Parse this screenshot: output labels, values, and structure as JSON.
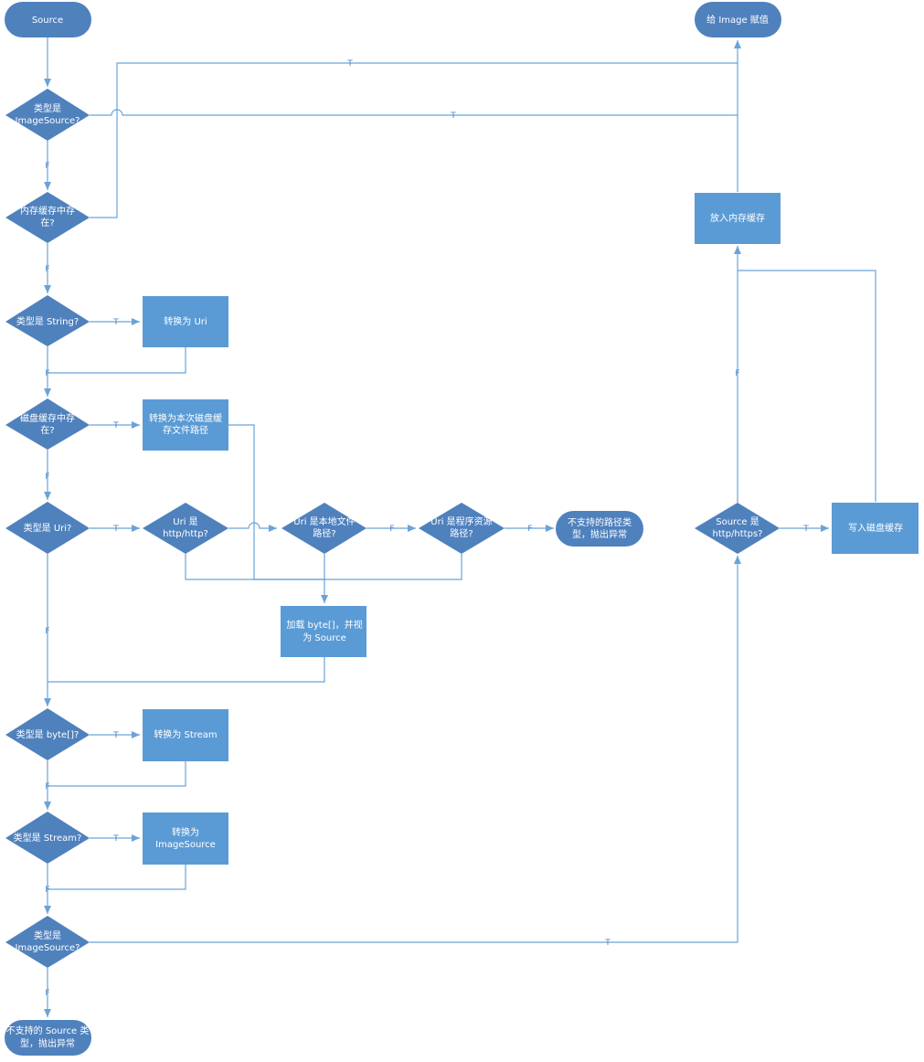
{
  "nodes": {
    "start": "Source",
    "end_assign": "给 Image 赋值",
    "d_is_imagesource_1": [
      "类型是",
      "ImageSource?"
    ],
    "d_in_memory_cache": [
      "内存缓存中存",
      "在?"
    ],
    "d_is_string": [
      "类型是 String?"
    ],
    "b_to_uri": [
      "转换为 Uri"
    ],
    "d_in_disk_cache": [
      "磁盘缓存中存",
      "在?"
    ],
    "b_to_disk_path": [
      "转换为本次磁盘缓",
      "存文件路径"
    ],
    "d_is_uri": [
      "类型是 Uri?"
    ],
    "d_uri_http": [
      "Uri 是",
      "http/http?"
    ],
    "d_uri_local": [
      "Uri 是本地文件",
      "路径?"
    ],
    "d_uri_resource": [
      "Uri 是程序资源",
      "路径?"
    ],
    "t_unsupported_path": [
      "不支持的路径类",
      "型，抛出异常"
    ],
    "b_load_bytes": [
      "加载 byte[]，并视",
      "为 Source"
    ],
    "d_is_bytes": [
      "类型是 byte[]?"
    ],
    "b_to_stream": [
      "转换为 Stream"
    ],
    "d_is_stream": [
      "类型是 Stream?"
    ],
    "b_to_imagesource": [
      "转换为",
      "ImageSource"
    ],
    "d_is_imagesource_2": [
      "类型是",
      "ImageSource?"
    ],
    "t_unsupported_source": [
      "不支持的 Source 类",
      "型，抛出异常"
    ],
    "d_source_http": [
      "Source 是",
      "http/https?"
    ],
    "b_write_disk": [
      "写入磁盘缓存"
    ],
    "b_put_memory": [
      "放入内存缓存"
    ]
  },
  "edge_labels": {
    "true": "T",
    "false": "F"
  },
  "colors": {
    "diamond": "#4f81bd",
    "box": "#5b9bd5",
    "terminal": "#4f81bd",
    "line": "#6aa3d8",
    "label": "#4a86c5"
  }
}
